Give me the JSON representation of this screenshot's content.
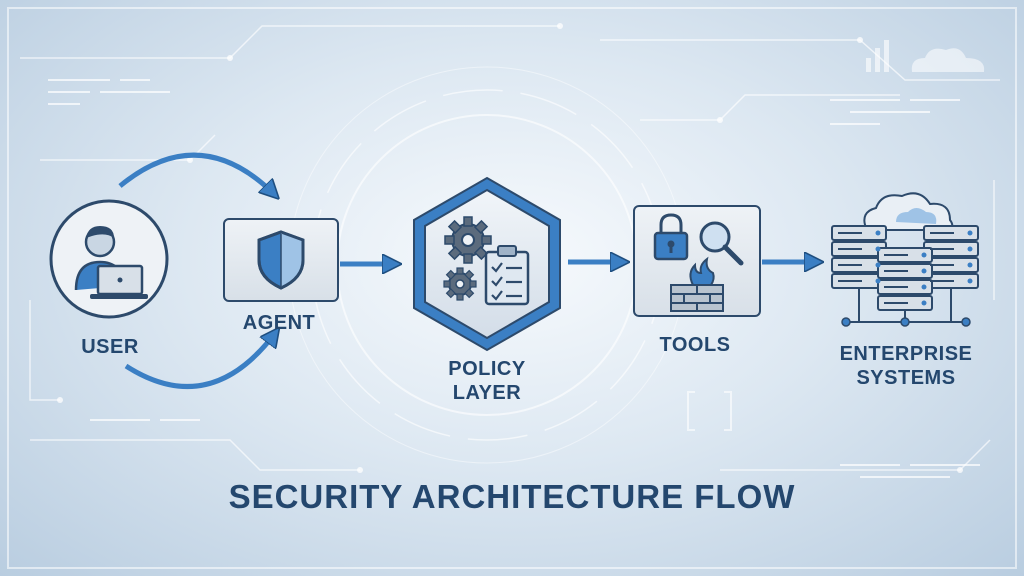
{
  "title": "SECURITY ARCHITECTURE FLOW",
  "nodes": {
    "user": {
      "label": "USER",
      "icon": "user-laptop-icon"
    },
    "agent": {
      "label": "AGENT",
      "icon": "shield-icon"
    },
    "policy": {
      "label_line1": "POLICY",
      "label_line2": "LAYER",
      "icon": "gears-checklist-icon"
    },
    "tools": {
      "label": "TOOLS",
      "icon": "lock-magnifier-firewall-icon"
    },
    "enterprise": {
      "label_line1": "ENTERPRISE",
      "label_line2": "SYSTEMS",
      "icon": "server-cloud-icon"
    }
  },
  "colors": {
    "accent": "#3b7fc4",
    "outline": "#2d4a6b",
    "text": "#24476e",
    "background": "#dde8f2"
  }
}
